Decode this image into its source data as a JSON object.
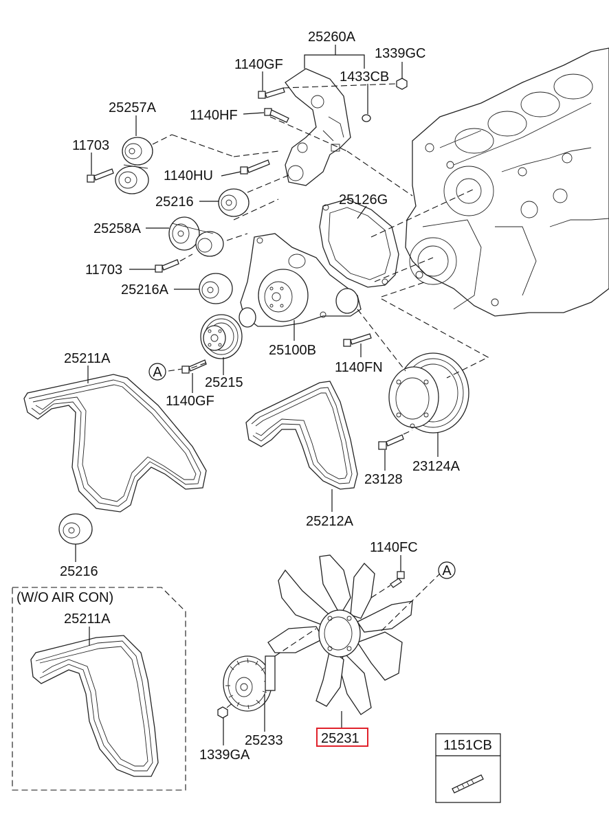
{
  "diagram": {
    "labels": {
      "p25260A": "25260A",
      "p1339GC": "1339GC",
      "p1140GF_top": "1140GF",
      "p1433CB": "1433CB",
      "p25257A": "25257A",
      "p1140HF": "1140HF",
      "p11703_top": "11703",
      "p1140HU": "1140HU",
      "p25126G": "25126G",
      "p25216_top": "25216",
      "p25258A": "25258A",
      "p11703_mid": "11703",
      "p25216A": "25216A",
      "p25100B": "25100B",
      "p25211A_top": "25211A",
      "p1140FN": "1140FN",
      "p25215": "25215",
      "p1140GF_bot": "1140GF",
      "p23128": "23128",
      "p23124A": "23124A",
      "p25212A": "25212A",
      "p25216_bot": "25216",
      "p1140FC": "1140FC",
      "woaircon": "(W/O AIR CON)",
      "p25211A_bot": "25211A",
      "p25233": "25233",
      "p25231": "25231",
      "p1339GA": "1339GA",
      "p1151CB": "1151CB",
      "refA_left": "A",
      "refA_right": "A"
    },
    "highlight_color": "#e0202a"
  }
}
